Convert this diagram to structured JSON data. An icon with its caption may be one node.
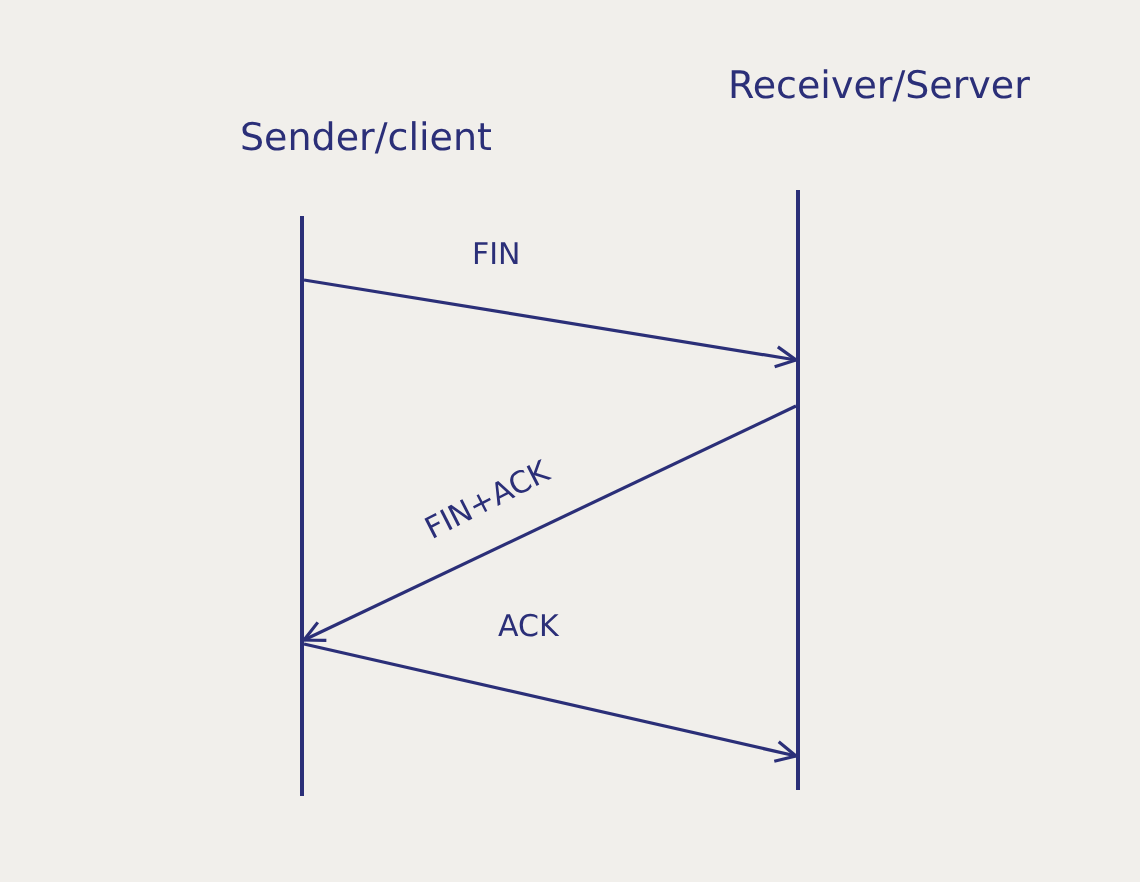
{
  "diagram": {
    "nodes": [
      {
        "text": [
          "Sender/client"
        ]
      },
      {
        "text": [
          "Receiver/Server"
        ]
      }
    ],
    "edges": [
      {
        "from": 0,
        "to": 1,
        "arrow": "to",
        "label": "FIN"
      },
      {
        "from": 1,
        "to": 0,
        "arrow": "to",
        "label": "FIN+ACK"
      },
      {
        "from": 0,
        "to": 1,
        "arrow": "to",
        "label": "ACK"
      }
    ]
  }
}
